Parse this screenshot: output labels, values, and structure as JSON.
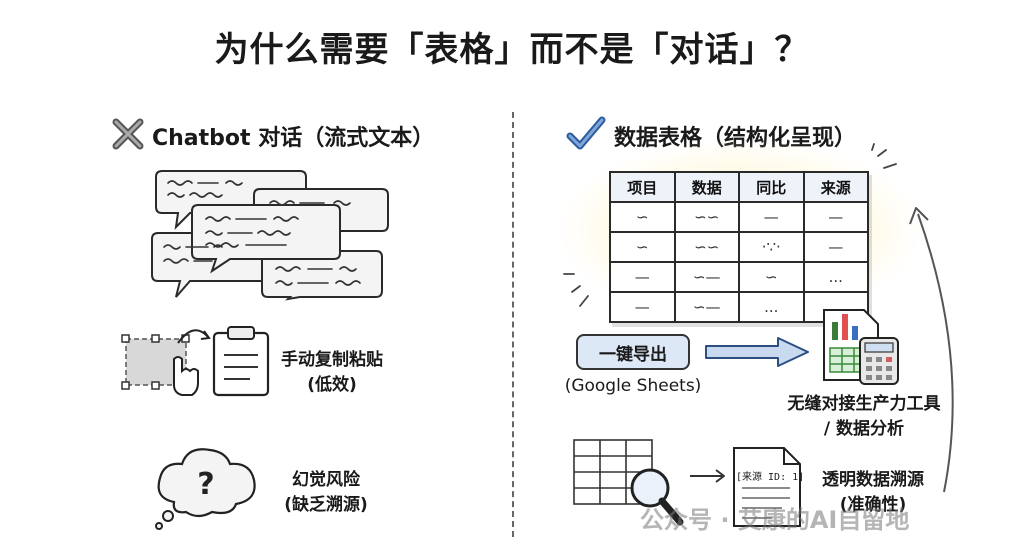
{
  "title": "为什么需要「表格」而不是「对话」？",
  "left": {
    "heading": "Chatbot 对话（流式文本）",
    "copy_label_line1": "手动复制粘贴",
    "copy_label_line2": "(低效)",
    "hallucination_line1": "幻觉风险",
    "hallucination_line2": "(缺乏溯源)",
    "question_mark": "?"
  },
  "right": {
    "heading": "数据表格（结构化呈现）",
    "table": {
      "headers": [
        "项目",
        "数据",
        "同比",
        "来源"
      ],
      "rows": [
        [
          "∽",
          "∽∽",
          "—",
          "—"
        ],
        [
          "∽",
          "∽∽",
          "·∵·",
          "—"
        ],
        [
          "—",
          "∽—",
          "∽",
          "..."
        ],
        [
          "—",
          "∽—",
          "...",
          "..."
        ]
      ]
    },
    "export_button": "一键导出",
    "export_caption": "(Google Sheets)",
    "integration_line1": "无缝对接生产力工具",
    "integration_line2": "/ 数据分析",
    "source_tag": "[来源 ID: 1]",
    "transparency_line1": "透明数据溯源",
    "transparency_line2": "(准确性)"
  },
  "watermark": "公众号 · 艾康的AI自留地"
}
